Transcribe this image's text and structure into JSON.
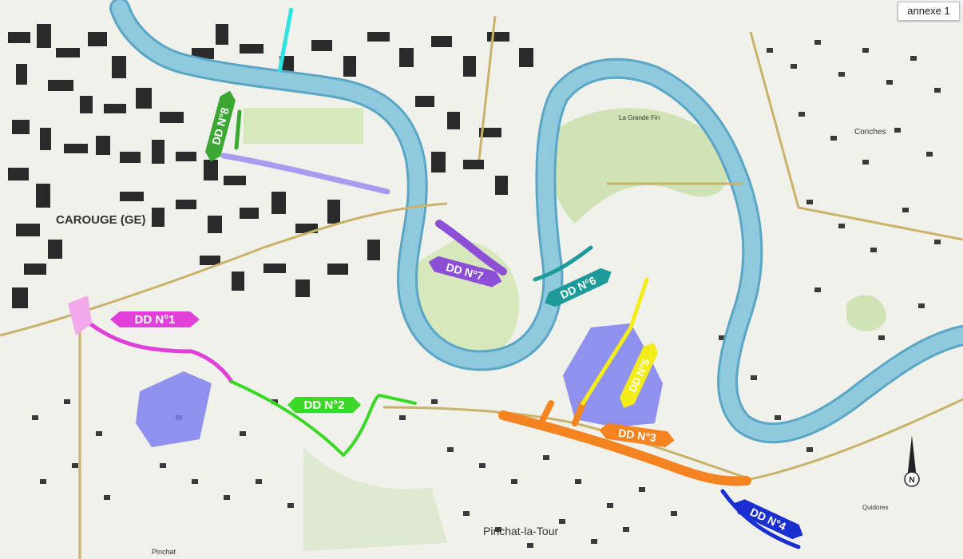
{
  "annex_label": "annexe 1",
  "places": {
    "carouge": "CAROUGE (GE)",
    "pinchat": "Pinchat-la-Tour",
    "conches": "Conches",
    "grande_fin": "La Grande Fin",
    "quidores": "Quidores",
    "pinchat_small": "Pinchat"
  },
  "labels": {
    "dd1": "DD N°1",
    "dd2": "DD N°2",
    "dd3": "DD N°3",
    "dd4": "DD N°4",
    "dd5": "DD N°5",
    "dd6": "DD N°6",
    "dd7": "DD N°7",
    "dd8": "DD N°8"
  },
  "colors": {
    "dd1": "#e040d8",
    "dd2": "#3cd828",
    "dd3": "#f5831f",
    "dd4": "#1a2fd0",
    "dd5": "#f2ec1a",
    "dd6": "#1f9a9a",
    "dd7": "#8c4fd6",
    "dd8": "#3aa832",
    "river": "#8fc9de",
    "river_edge": "#5aa6c4",
    "green": "#cfe3b4",
    "urban_blue": "#7f7ff0"
  },
  "compass": "N"
}
